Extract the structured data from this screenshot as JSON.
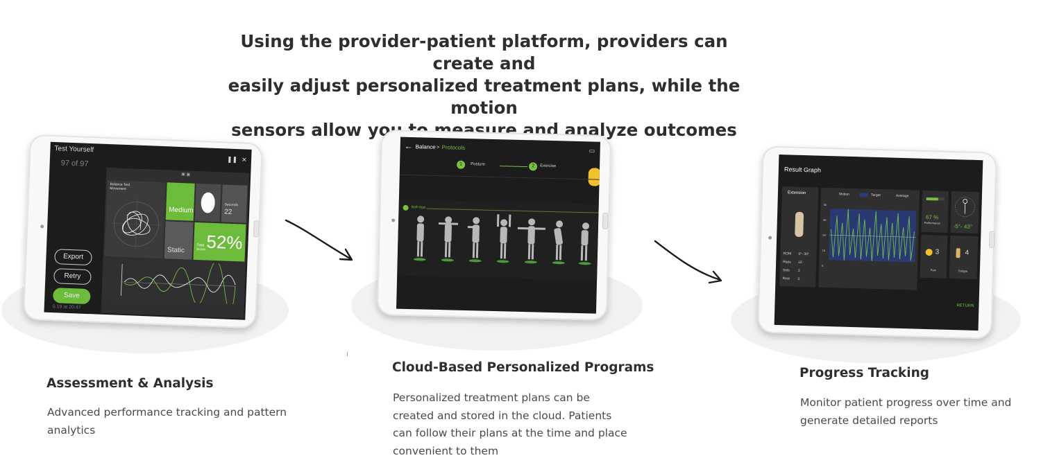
{
  "headline": {
    "line1": "Using the provider-patient platform, providers can create and",
    "line2": "easily adjust personalized treatment plans, while the motion",
    "line3": "sensors allow you to measure and analyze outcomes"
  },
  "cards": [
    {
      "title": "Assessment & Analysis",
      "desc_line1": "Advanced performance tracking and pattern",
      "desc_line2": "analytics"
    },
    {
      "title": "Cloud-Based Personalized Programs",
      "desc_line1": "Personalized treatment plans can be",
      "desc_line2": "created and stored in the cloud. Patients",
      "desc_line3": "can follow their plans at the time and place",
      "desc_line4": "convenient to them"
    },
    {
      "title": "Progress Tracking",
      "desc_line1": "Monitor patient progress over time and",
      "desc_line2": "generate detailed reports"
    }
  ],
  "screen1": {
    "title": "Test Yourself",
    "counter": "97 of 97",
    "chart_label": "Balance Test Movement",
    "tile_level": "Medium",
    "tile_seconds_label": "Seconds",
    "tile_seconds_value": "22",
    "tile_static": "Static",
    "tile_total_label": "Total Score",
    "tile_percent": "52%",
    "export_label": "Export",
    "retry_label": "Retry",
    "save_label": "Save",
    "footer_text": "0.19 at 20:47"
  },
  "screen2": {
    "breadcrumb_root": "Balance",
    "breadcrumb_sep": ">",
    "breadcrumb_child": "Protocols",
    "step1_num": "1",
    "step1_label": "Posture",
    "step2_num": "2",
    "step2_label": "Exercise",
    "row_label": "Both legs"
  },
  "screen3": {
    "title": "Result Graph",
    "exercise": "Extension",
    "legend_motion": "Motion",
    "legend_target": "Target",
    "legend_average": "Average",
    "stat_rom_label": "ROM",
    "stat_rom_value": "0°- 30°",
    "stat_reps_label": "Reps",
    "stat_reps_value": "10",
    "stat_sets_label": "Sets",
    "stat_sets_value": "3",
    "stat_rest_label": "Rest",
    "stat_rest_value": "5",
    "performance_value": "67 %",
    "performance_label": "Performance",
    "angle_range": "-5°- 43°",
    "pain_value": "3",
    "pain_label": "Pain",
    "fatigue_value": "4",
    "fatigue_label": "Fatigue",
    "return_label": "RETURN",
    "y_ticks": [
      "40",
      "30",
      "20",
      "10",
      "0"
    ]
  },
  "colors": {
    "accent_green": "#6dbb3a",
    "screen_dark": "#1c1c1c",
    "text_dark": "#2e2e2e"
  }
}
